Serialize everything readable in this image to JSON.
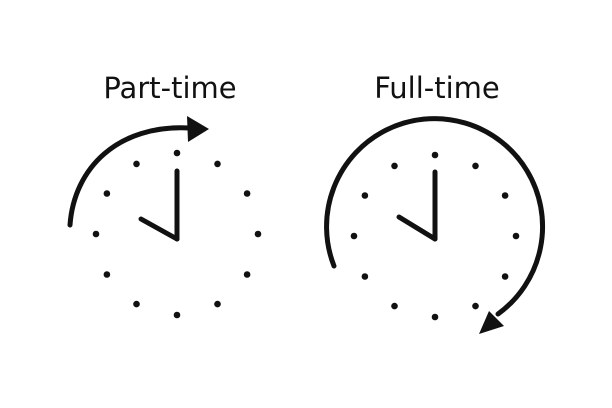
{
  "labels": {
    "part_time": "Part-time",
    "full_time": "Full-time"
  },
  "colors": {
    "ink": "#111111",
    "background": "#ffffff"
  },
  "clocks": [
    {
      "name": "part-time",
      "time_shown": "10:00",
      "arrow": "partial-sweep-clockwise"
    },
    {
      "name": "full-time",
      "time_shown": "10:00",
      "arrow": "full-circle-clockwise"
    }
  ]
}
